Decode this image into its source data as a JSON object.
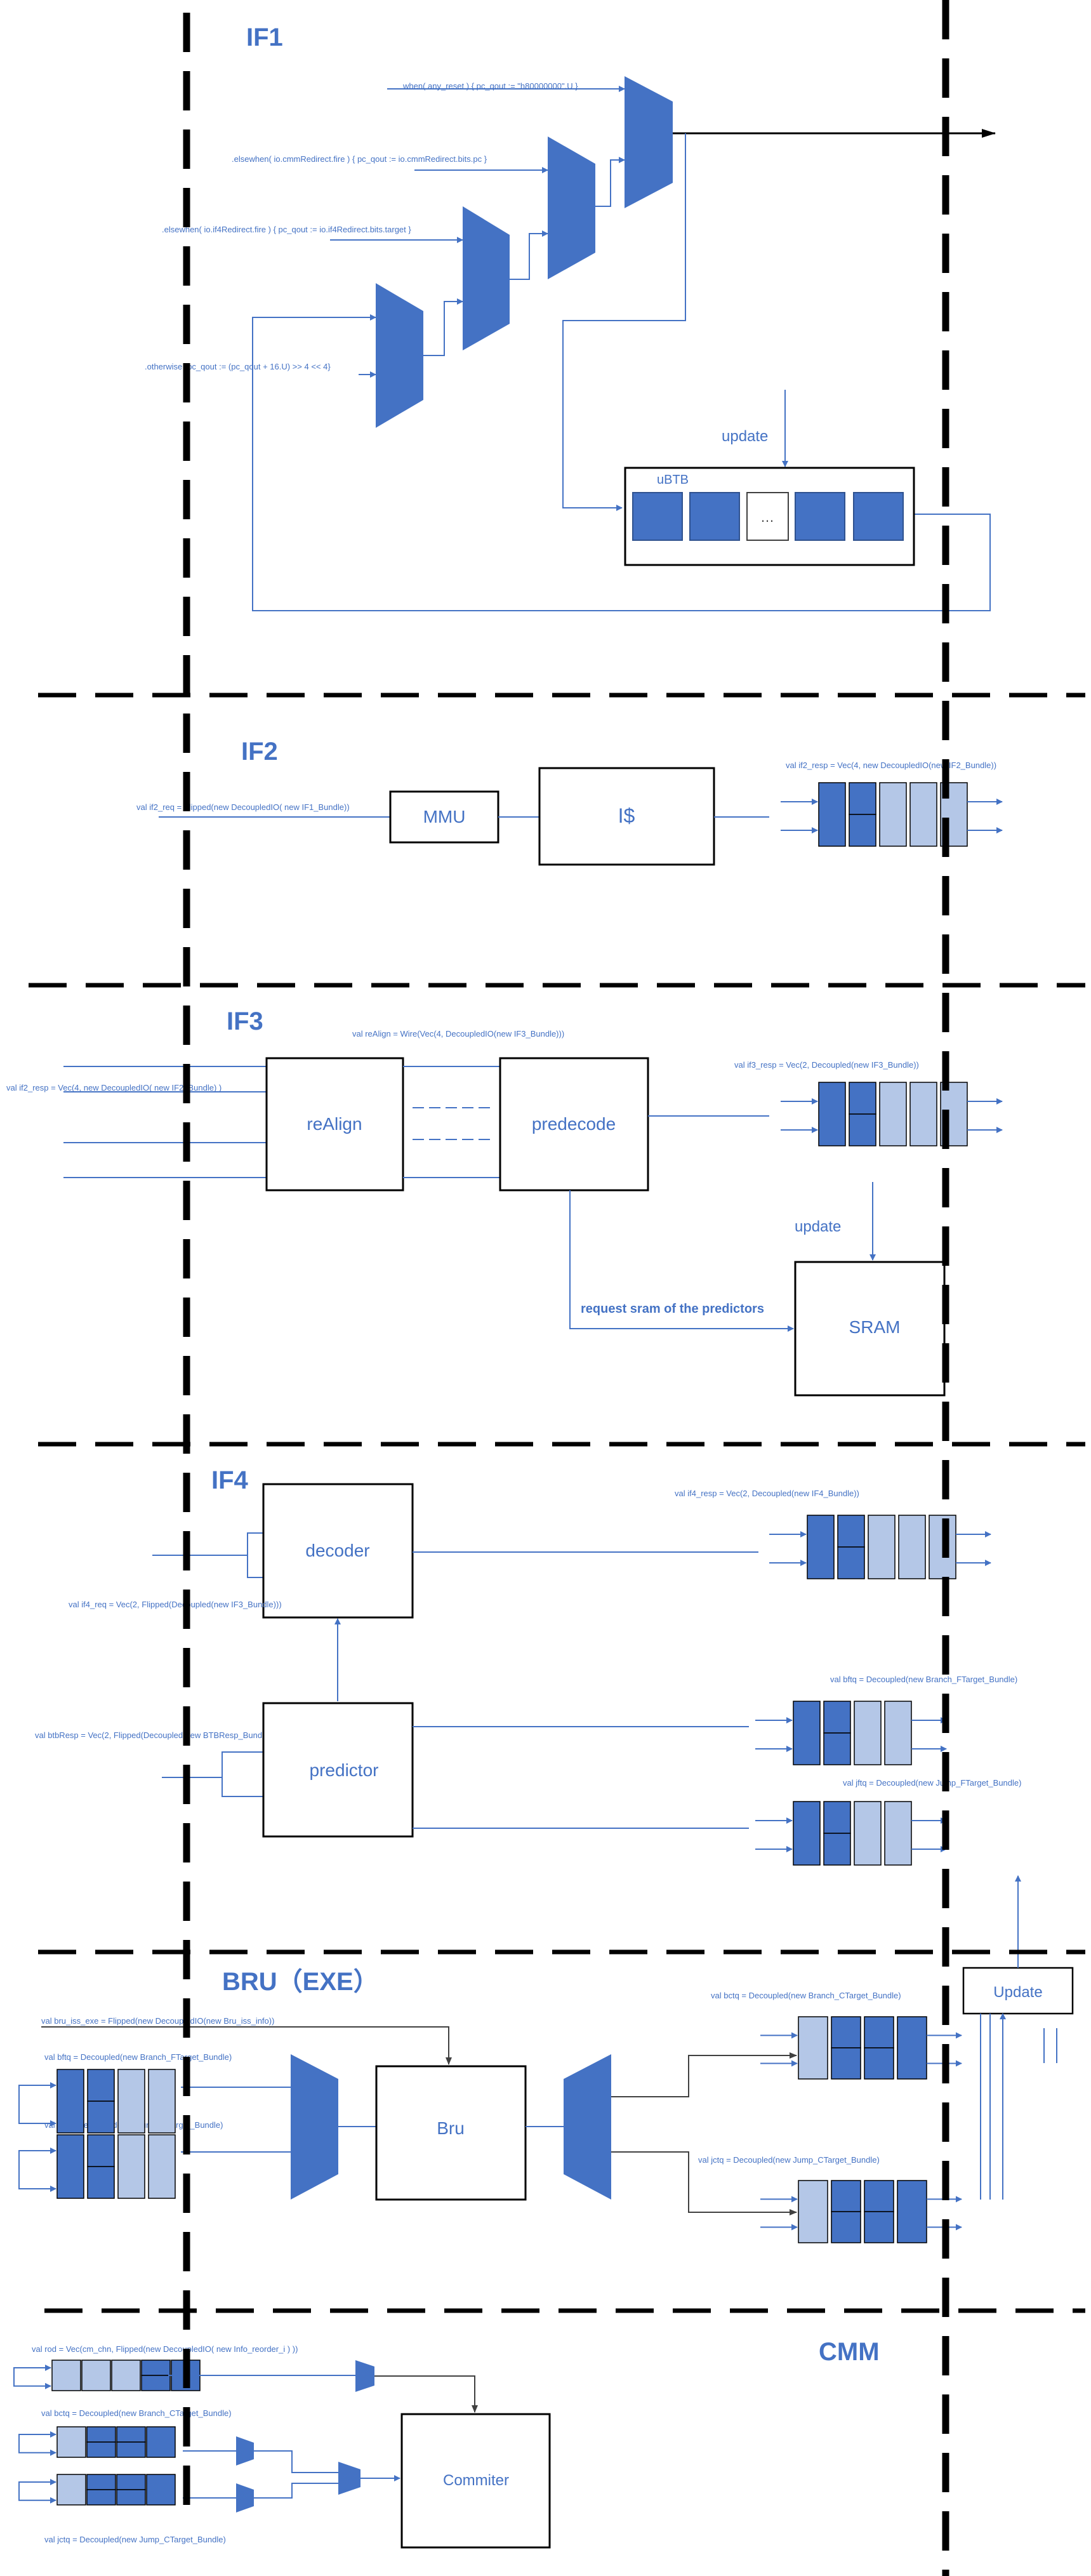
{
  "stages": {
    "if1": "IF1",
    "if2": "IF2",
    "if3": "IF3",
    "if4": "IF4",
    "bru": "BRU（EXE）",
    "cmm": "CMM"
  },
  "if1": {
    "when_any_reset": "when( any_reset ) { pc_qout := \"h80000000\".U }",
    "elsewhen_cmm": ".elsewhen( io.cmmRedirect.fire ) { pc_qout := io.cmmRedirect.bits.pc }",
    "elsewhen_if4": ".elsewhen( io.if4Redirect.fire ) { pc_qout := io.if4Redirect.bits.target }",
    "otherwise": ".otherwise {pc_qout := (pc_qout + 16.U) >> 4 << 4}",
    "update": "update",
    "ubtb": "uBTB",
    "ubtb_ellipsis": "…"
  },
  "if2": {
    "if2_req": "val if2_req = Flipped(new DecoupledIO( new IF1_Bundle))",
    "mmu": "MMU",
    "icache": "I$",
    "if2_resp": "val if2_resp = Vec(4, new DecoupledIO(new IF2_Bundle))"
  },
  "if3": {
    "realign_wire": "val reAlign = Wire(Vec(4, DecoupledIO(new IF3_Bundle)))",
    "if2_resp": "val if2_resp = Vec(4, new DecoupledIO( new IF2_Bundle) )",
    "realign": "reAlign",
    "predecode": "predecode",
    "if3_resp": "val if3_resp = Vec(2, Decoupled(new IF3_Bundle))",
    "update": "update",
    "request": "request sram of the predictors",
    "sram": "SRAM"
  },
  "if4": {
    "decoder": "decoder",
    "if4_resp": "val if4_resp = Vec(2, Decoupled(new IF4_Bundle))",
    "if4_req": "val if4_req = Vec(2, Flipped(Decoupled(new IF3_Bundle)))",
    "btbresp": "val btbResp = Vec(2, Flipped(Decoupled(new BTBResp_Bundle)))",
    "predictor": "predictor",
    "bftq": "val bftq = Decoupled(new Branch_FTarget_Bundle)",
    "jftq": "val jftq = Decoupled(new Jump_FTarget_Bundle)"
  },
  "bru": {
    "update": "Update",
    "bru_iss_exe": "val bru_iss_exe = Flipped(new DecoupledIO(new Bru_iss_info))",
    "bctq": "val bctq = Decoupled(new Branch_CTarget_Bundle)",
    "bftq": "val bftq = Decoupled(new Branch_FTarget_Bundle)",
    "jftq": "val jftq = Decoupled(new Jump_FTarget_Bundle)",
    "bru": "Bru",
    "jctq": "val jctq = Decoupled(new Jump_CTarget_Bundle)"
  },
  "cmm": {
    "rod": "val rod = Vec(cm_chn, Flipped(new DecoupledIO( new Info_reorder_i ) ))",
    "bctq": "val bctq = Decoupled(new Branch_CTarget_Bundle)",
    "commiter": "Commiter",
    "jctq": "val jctq = Decoupled(new Jump_CTarget_Bundle)"
  },
  "colors": {
    "accent": "#4472c4",
    "dark_cell": "#4472c4",
    "light_cell": "#b4c7e7",
    "divider": "#000000"
  }
}
